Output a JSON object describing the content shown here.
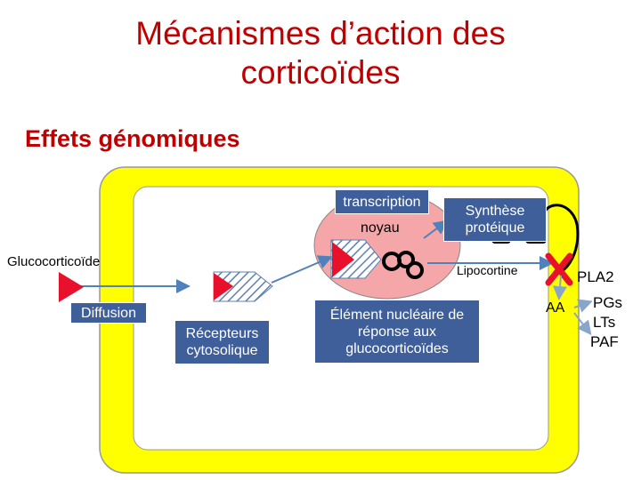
{
  "title": "Mécanismes d’action des corticoïdes",
  "title_line1": "Mécanismes d’action des",
  "title_line2": "corticoïdes",
  "subtitle": "Effets génomiques",
  "labels": {
    "transcription": "transcription",
    "noyau": "noyau",
    "synthese": "Synthèse protéique",
    "glucocorticoide": "Glucocorticoïde",
    "lipocortine": "Lipocortine",
    "pla2": "PLA2",
    "diffusion": "Diffusion",
    "recepteurs": "Récepteurs cytosolique",
    "element": "Élément nucléaire de réponse aux glucocorticoïdes",
    "aa": "AA",
    "pgs": "PGs",
    "lts": "LTs",
    "paf": "PAF"
  },
  "colors": {
    "title": "#c00000",
    "cell": "#ffff00",
    "nucleus": "#f4a6a8",
    "box": "#3f5f9b",
    "arrow": "#4f81bd",
    "triangle": "#e8102a"
  }
}
